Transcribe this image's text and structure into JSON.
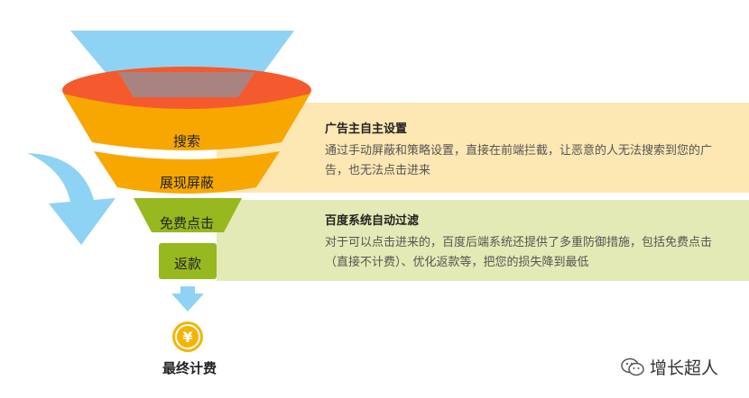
{
  "funnel": {
    "stages": [
      "搜索",
      "展现屏蔽",
      "免费点击",
      "返款"
    ],
    "final": "最终计费",
    "currency_symbol": "¥"
  },
  "panels": [
    {
      "title": "广告主自主设置",
      "text": "通过手动屏蔽和策略设置，直接在前端拦截，让恶意的人无法搜索到您的广告，也无法点击进来"
    },
    {
      "title": "百度系统自动过滤",
      "text": "对于可以点击进来的，百度后端系统还提供了多重防御措施，包括免费点击（直接不计费）、优化返款等，把您的损失降到最低"
    }
  ],
  "watermark": {
    "icon": "wechat-icon",
    "text": "增长超人"
  },
  "colors": {
    "top_cone": "#8fd3f4",
    "rim": "#f45a2e",
    "stage_orange": "#f7a700",
    "stage_green": "#97b81f",
    "band_yellow": "#fde7b3",
    "band_green": "#e4eab5",
    "coin": "#f5b400"
  }
}
